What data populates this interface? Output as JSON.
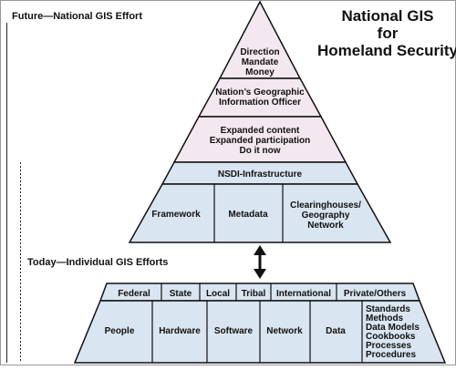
{
  "title_lines": [
    "National GIS",
    "for",
    "Homeland Security"
  ],
  "future_label": "Future—National GIS Effort",
  "today_label": "Today—Individual GIS Efforts",
  "pyramid": {
    "tier1": [
      "Direction",
      "Mandate",
      "Money"
    ],
    "tier2": [
      "Nation’s Geographic",
      "Information Officer"
    ],
    "tier3": [
      "Expanded content",
      "Expanded participation",
      "Do it now"
    ],
    "tier4": "NSDI-Infrastructure",
    "tier5": {
      "framework": "Framework",
      "metadata": "Metadata",
      "clearinghouses": [
        "Clearinghouses/",
        "Geography",
        "Network"
      ]
    }
  },
  "base": {
    "top_row": [
      "Federal",
      "State",
      "Local",
      "Tribal",
      "International",
      "Private/Others"
    ],
    "bottom_row": [
      "People",
      "Hardware",
      "Software",
      "Network",
      "Data"
    ],
    "last_cell": [
      "Standards",
      "Methods",
      "Data Models",
      "Cookbooks",
      "Processes",
      "Procedures"
    ]
  },
  "colors": {
    "pink": "#f3e8ef",
    "blue": "#d9e5f1",
    "stroke": "#111111"
  }
}
